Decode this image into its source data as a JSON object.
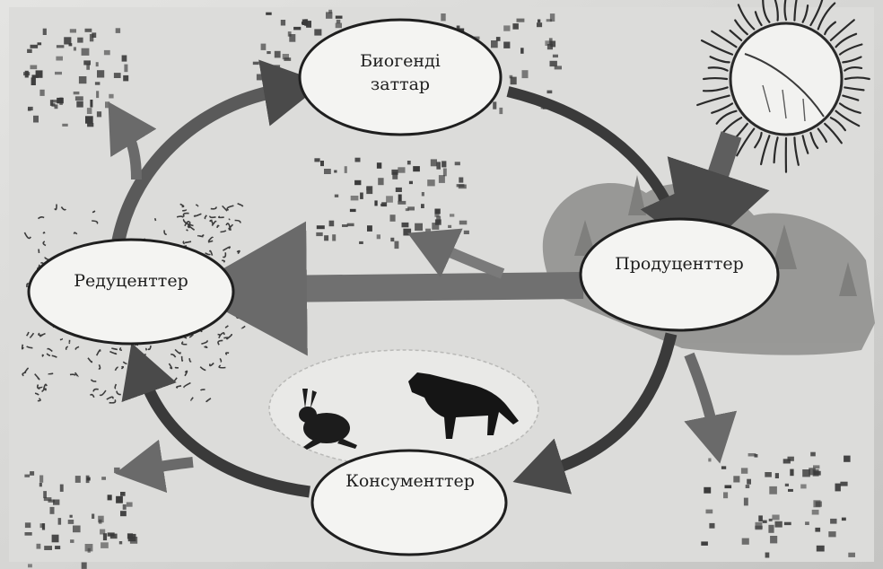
{
  "diagram": {
    "nodes": [
      {
        "id": "biogenic",
        "lines": [
          "Биогенді",
          "заттар"
        ]
      },
      {
        "id": "producers",
        "lines": [
          "Продуценттер"
        ]
      },
      {
        "id": "consumers",
        "lines": [
          "Консументтер"
        ]
      },
      {
        "id": "reducers",
        "lines": [
          "Редуценттер"
        ]
      }
    ],
    "edges": [
      {
        "from": "sun",
        "to": "producers"
      },
      {
        "from": "biogenic",
        "to": "producers"
      },
      {
        "from": "producers",
        "to": "consumers"
      },
      {
        "from": "producers",
        "to": "reducers"
      },
      {
        "from": "consumers",
        "to": "reducers"
      },
      {
        "from": "reducers",
        "to": "biogenic"
      }
    ],
    "pictograms": [
      "sun",
      "forest",
      "hare",
      "wolf",
      "decomposing-matter",
      "nutrient-particles"
    ]
  }
}
